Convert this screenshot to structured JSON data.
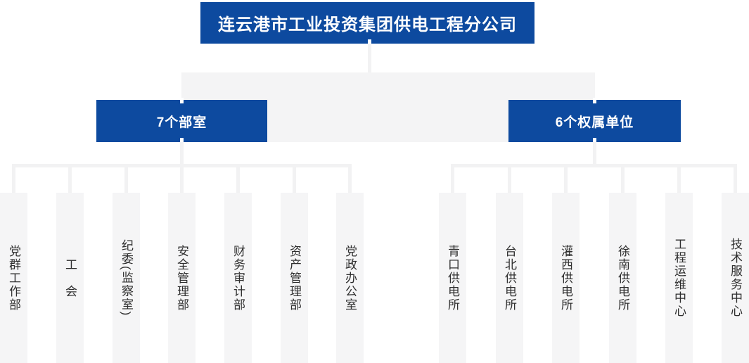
{
  "colors": {
    "blue": "#0d4a9f",
    "band": "#f4f4f5",
    "line": "#f2f2f3",
    "leaf": "#f5f5f6",
    "leaf-text": "#2e2e2e"
  },
  "chart": {
    "type": "org-chart",
    "root_label": "连云港市工业投资集团供电工程分公司",
    "left_group": {
      "label": "7个部室",
      "items": [
        "党群工作部",
        "工　会",
        "纪委(监察室)",
        "安全管理部",
        "财务审计部",
        "资产管理部",
        "党政办公室"
      ]
    },
    "right_group": {
      "label": "6个权属单位",
      "items": [
        "青口供电所",
        "台北供电所",
        "灌西供电所",
        "徐南供电所",
        "工程运维中心",
        "技术服务中心"
      ]
    }
  }
}
